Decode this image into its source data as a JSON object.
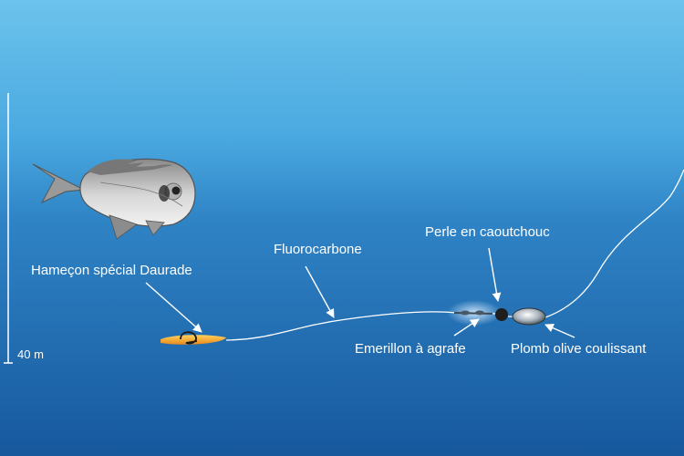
{
  "labels": {
    "hook": "Hameçon spécial Daurade",
    "line": "Fluorocarbone",
    "bead": "Perle en caoutchouc",
    "swivel": "Emerillon à agrafe",
    "sinker": "Plomb olive coulissant"
  },
  "depth_label": "40 m",
  "colors": {
    "water_top": "#5bb8e6",
    "water_mid": "#2f86c8",
    "water_bottom": "#1a5a9e",
    "line": "#ffffff",
    "lure": "#f5a623"
  },
  "icons": [
    "fish-icon",
    "hook-icon",
    "swivel-icon",
    "bead-icon",
    "sinker-icon"
  ]
}
